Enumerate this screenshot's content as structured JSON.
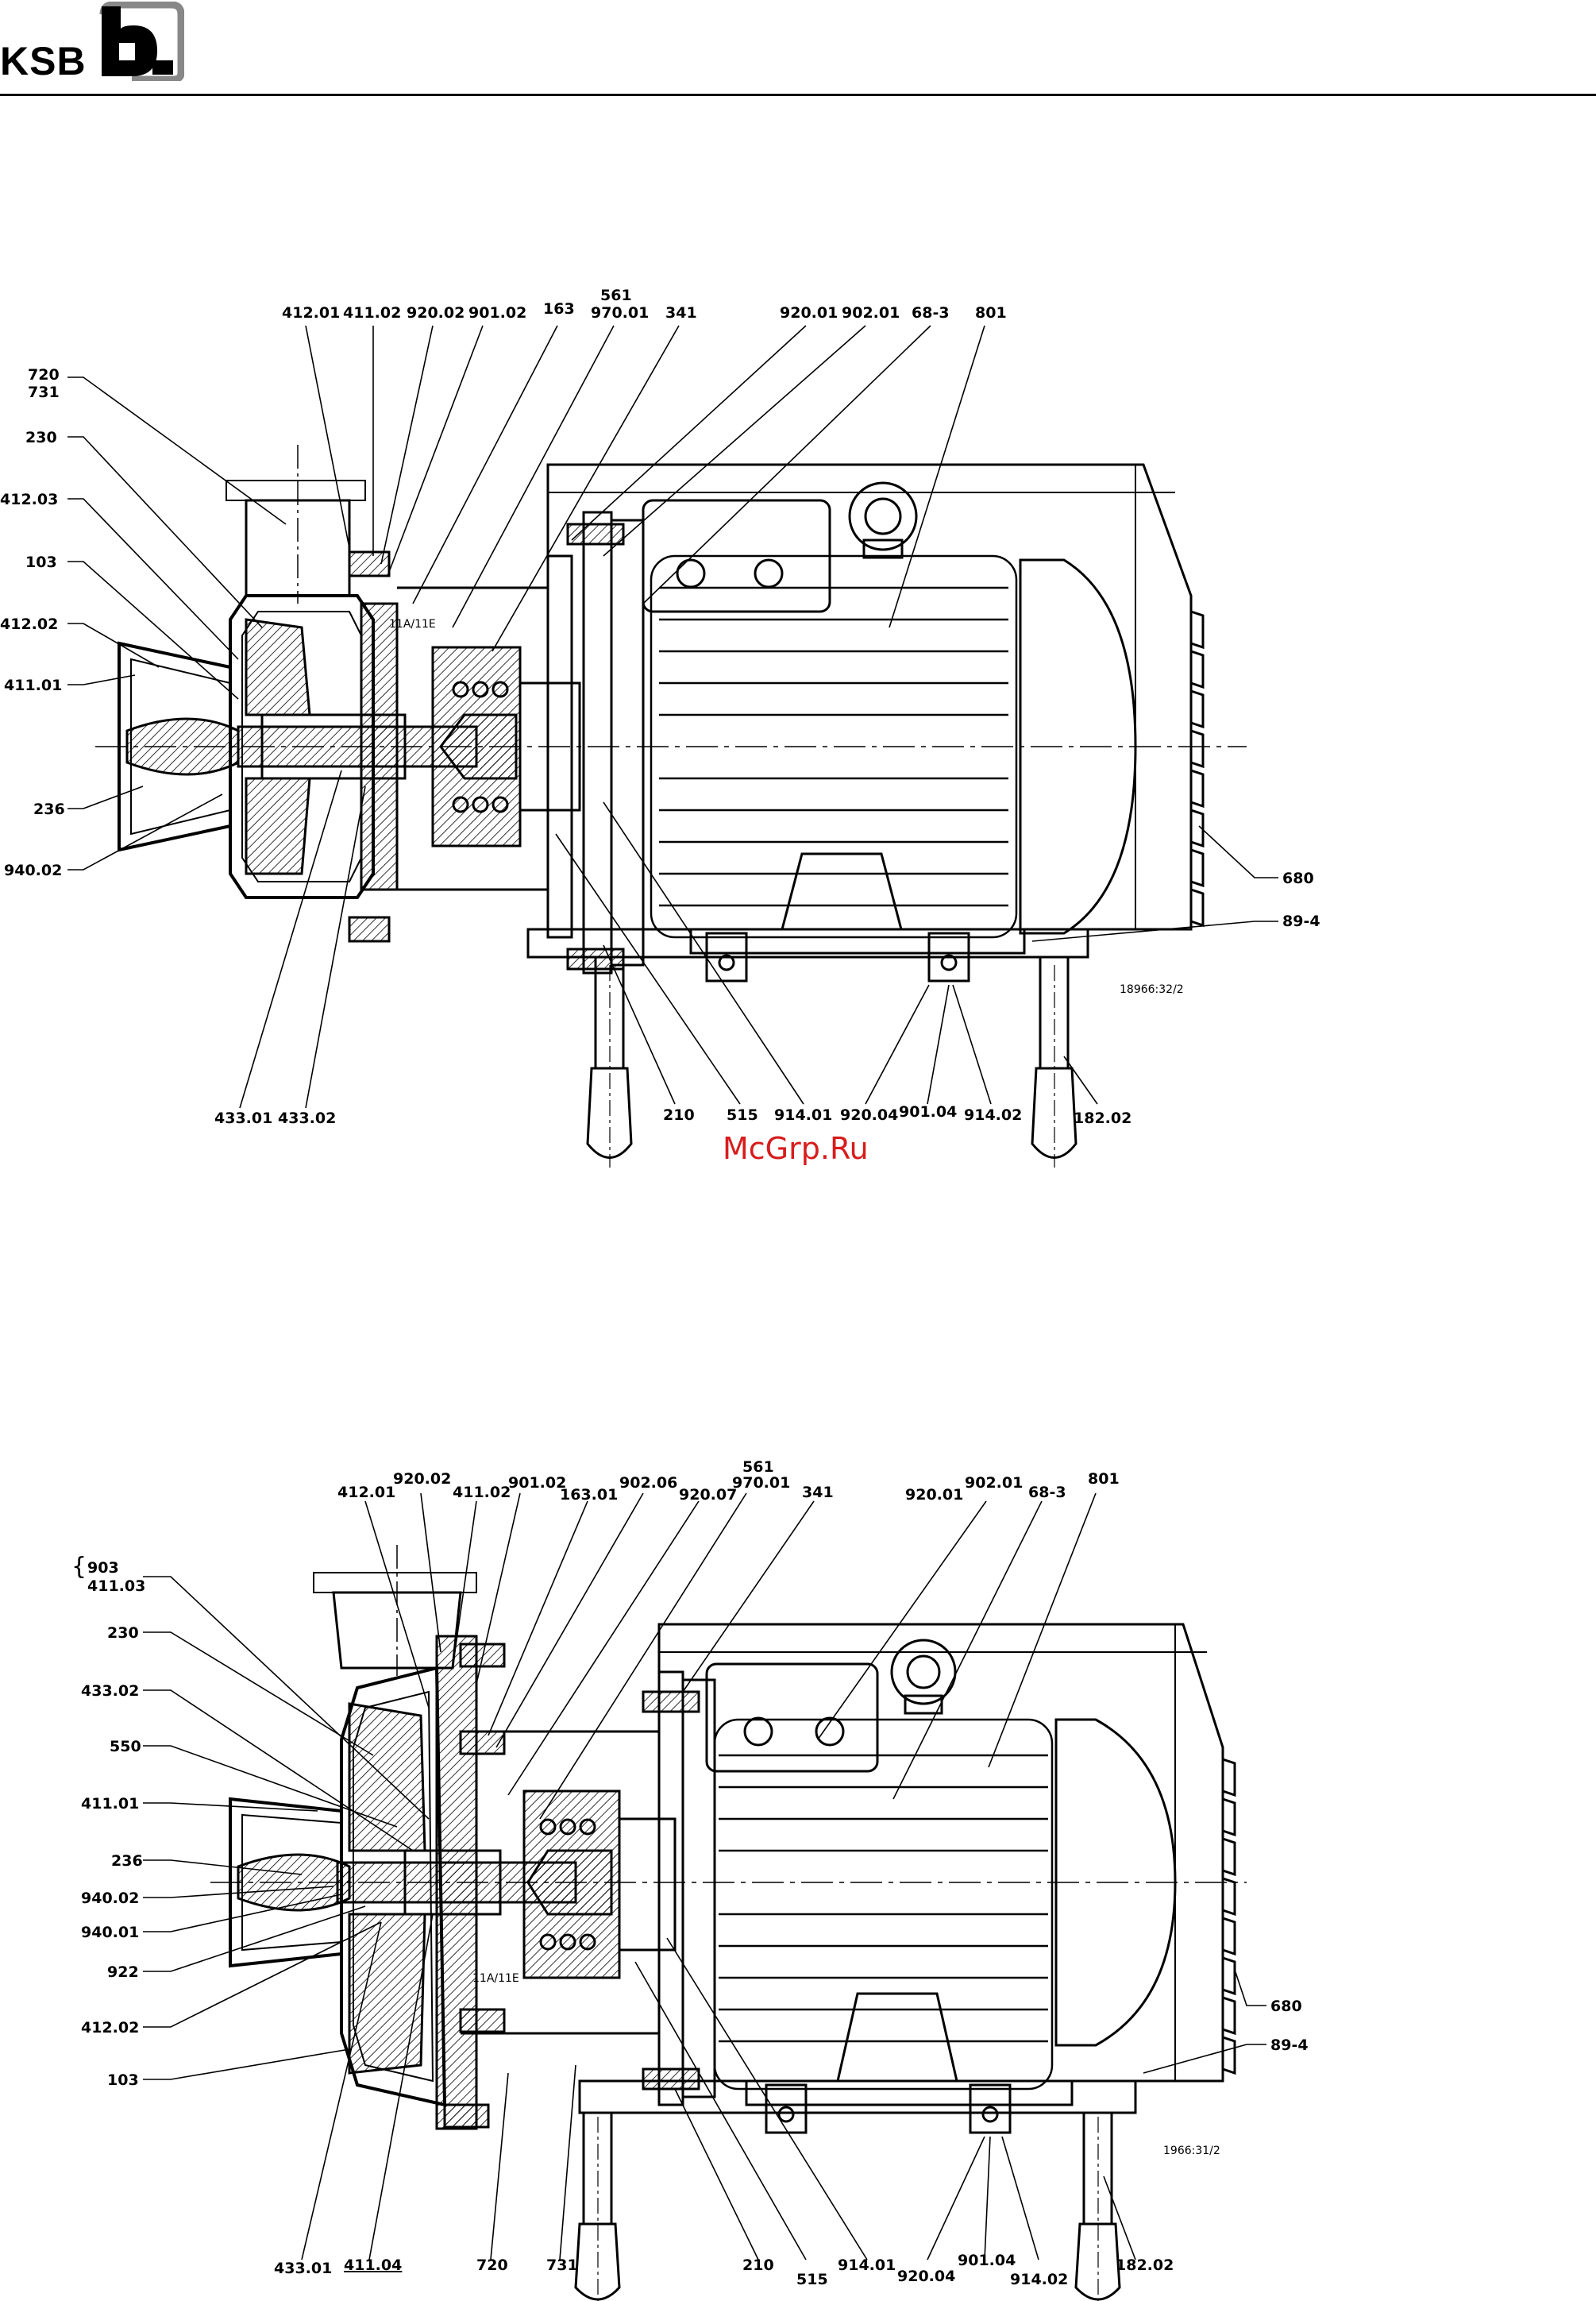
{
  "brand": {
    "logo_text": "KSB",
    "logo_mark": "b"
  },
  "watermark": "McGrp.Ru",
  "drawing_top": {
    "drawing_number": "18966:32/2",
    "section_mark": "11A/11E",
    "top_labels": [
      "412.01",
      "411.02",
      "920.02",
      "901.02",
      "163",
      "561",
      "970.01",
      "341",
      "920.01",
      "902.01",
      "68-3",
      "801"
    ],
    "left_labels": [
      "720",
      "731",
      "230",
      "412.03",
      "103",
      "412.02",
      "411.01",
      "236",
      "940.02"
    ],
    "right_labels": [
      "680",
      "89-4"
    ],
    "bottom_labels": [
      "433.01",
      "433.02",
      "210",
      "515",
      "914.01",
      "920.04",
      "901.04",
      "914.02",
      "182.02"
    ]
  },
  "drawing_bottom": {
    "drawing_number": "1966:31/2",
    "section_mark": "11A/11E",
    "top_labels": [
      "412.01",
      "920.02",
      "411.02",
      "901.02",
      "163.01",
      "902.06",
      "561",
      "970.01",
      "920.07",
      "341",
      "920.01",
      "902.01",
      "68-3",
      "801"
    ],
    "left_labels": [
      "903",
      "411.03",
      "230",
      "433.02",
      "550",
      "411.01",
      "236",
      "940.02",
      "940.01",
      "922",
      "412.02",
      "103"
    ],
    "right_labels": [
      "680",
      "89-4"
    ],
    "bottom_labels": [
      "433.01",
      "411.04",
      "720",
      "731",
      "210",
      "515",
      "914.01",
      "920.04",
      "901.04",
      "914.02",
      "182.02"
    ]
  },
  "colors": {
    "ink": "#000000",
    "watermark": "#d81c1c",
    "paper": "#ffffff"
  }
}
